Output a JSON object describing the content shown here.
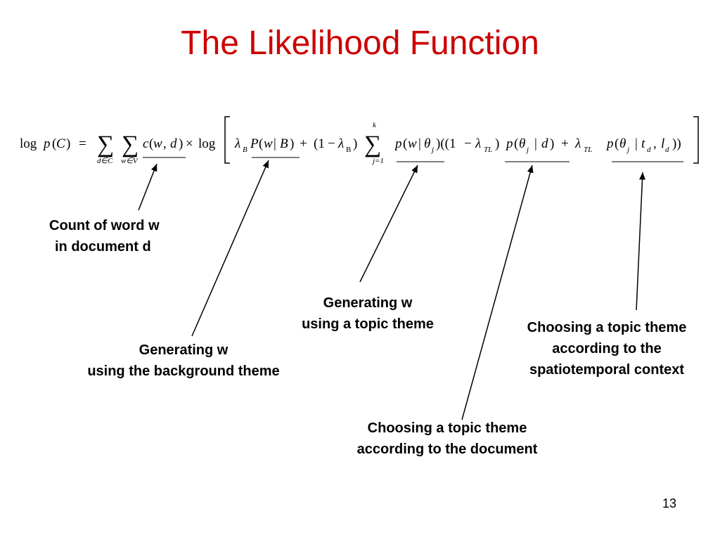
{
  "title": "The Likelihood Function",
  "page_number": "13",
  "annotations": {
    "count": [
      "Count of word w",
      "in document d"
    ],
    "background": [
      "Generating w",
      "using the background theme"
    ],
    "topic": [
      "Generating w",
      "using a topic theme"
    ],
    "document": [
      "Choosing a topic theme",
      "according to the document"
    ],
    "context": [
      "Choosing a topic theme",
      "according to the",
      "spatiotemporal context"
    ]
  }
}
